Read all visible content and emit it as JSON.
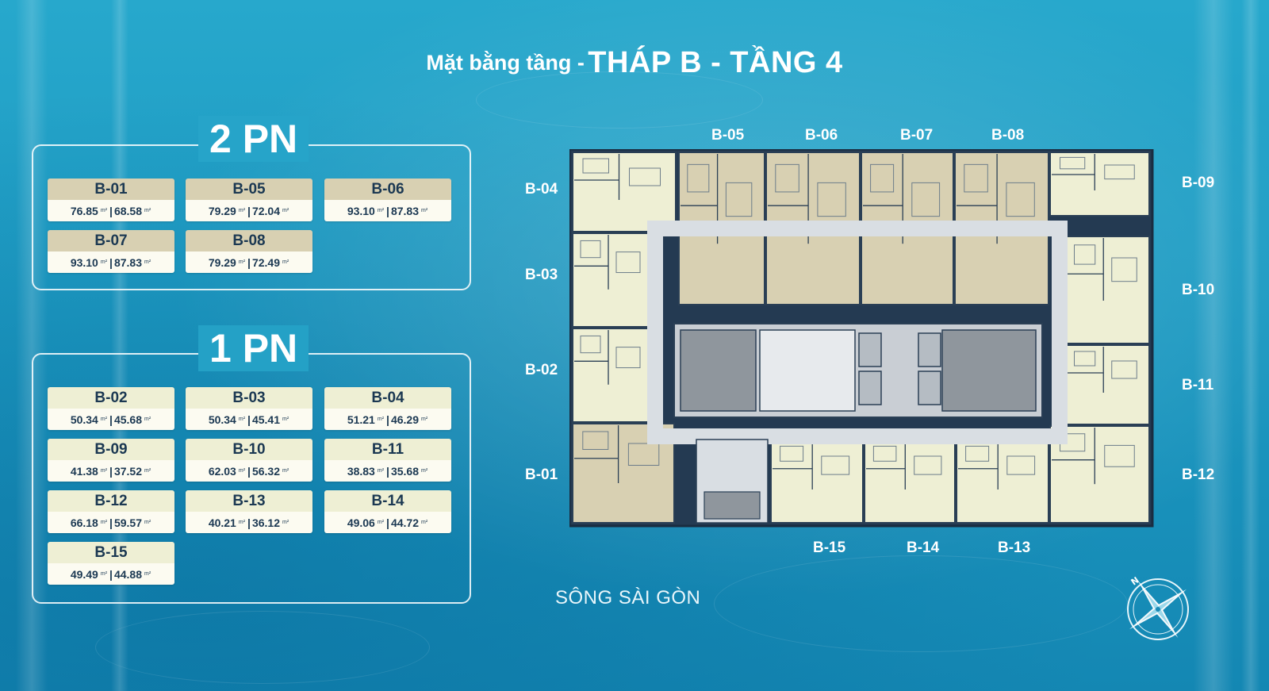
{
  "title": {
    "prefix": "Mặt bằng tầng -",
    "main": "THÁP B - TẦNG 4"
  },
  "colors": {
    "two_br_header": "#d8d0b2",
    "one_br_header": "#eeefd4",
    "card_value_bg": "#fcfbf1",
    "text_dark": "#1b3852",
    "plan_unit_2br": "#d8d0b2",
    "plan_unit_1br": "#eeefd4",
    "plan_wall": "#2a3f55"
  },
  "groups": [
    {
      "title": "2 PN",
      "units": [
        {
          "name": "B-01",
          "gross": "76.85",
          "net": "68.58"
        },
        {
          "name": "B-05",
          "gross": "79.29",
          "net": "72.04"
        },
        {
          "name": "B-06",
          "gross": "93.10",
          "net": "87.83"
        },
        {
          "name": "B-07",
          "gross": "93.10",
          "net": "87.83"
        },
        {
          "name": "B-08",
          "gross": "79.29",
          "net": "72.49"
        }
      ]
    },
    {
      "title": "1 PN",
      "units": [
        {
          "name": "B-02",
          "gross": "50.34",
          "net": "45.68"
        },
        {
          "name": "B-03",
          "gross": "50.34",
          "net": "45.41"
        },
        {
          "name": "B-04",
          "gross": "51.21",
          "net": "46.29"
        },
        {
          "name": "B-09",
          "gross": "41.38",
          "net": "37.52"
        },
        {
          "name": "B-10",
          "gross": "62.03",
          "net": "56.32"
        },
        {
          "name": "B-11",
          "gross": "38.83",
          "net": "35.68"
        },
        {
          "name": "B-12",
          "gross": "66.18",
          "net": "59.57"
        },
        {
          "name": "B-13",
          "gross": "40.21",
          "net": "36.12"
        },
        {
          "name": "B-14",
          "gross": "49.06",
          "net": "44.72"
        },
        {
          "name": "B-15",
          "gross": "49.49",
          "net": "44.88"
        }
      ]
    }
  ],
  "area_unit": "m²",
  "separator": "|",
  "plan_labels": {
    "top": [
      "B-05",
      "B-06",
      "B-07",
      "B-08"
    ],
    "left": [
      "B-04",
      "B-03",
      "B-02",
      "B-01"
    ],
    "right": [
      "B-09",
      "B-10",
      "B-11",
      "B-12"
    ],
    "bottom": [
      "B-15",
      "B-14",
      "B-13"
    ]
  },
  "river_label": "SÔNG SÀI GÒN",
  "compass": {
    "north_label": "N",
    "icon": "compass-rose-icon"
  }
}
